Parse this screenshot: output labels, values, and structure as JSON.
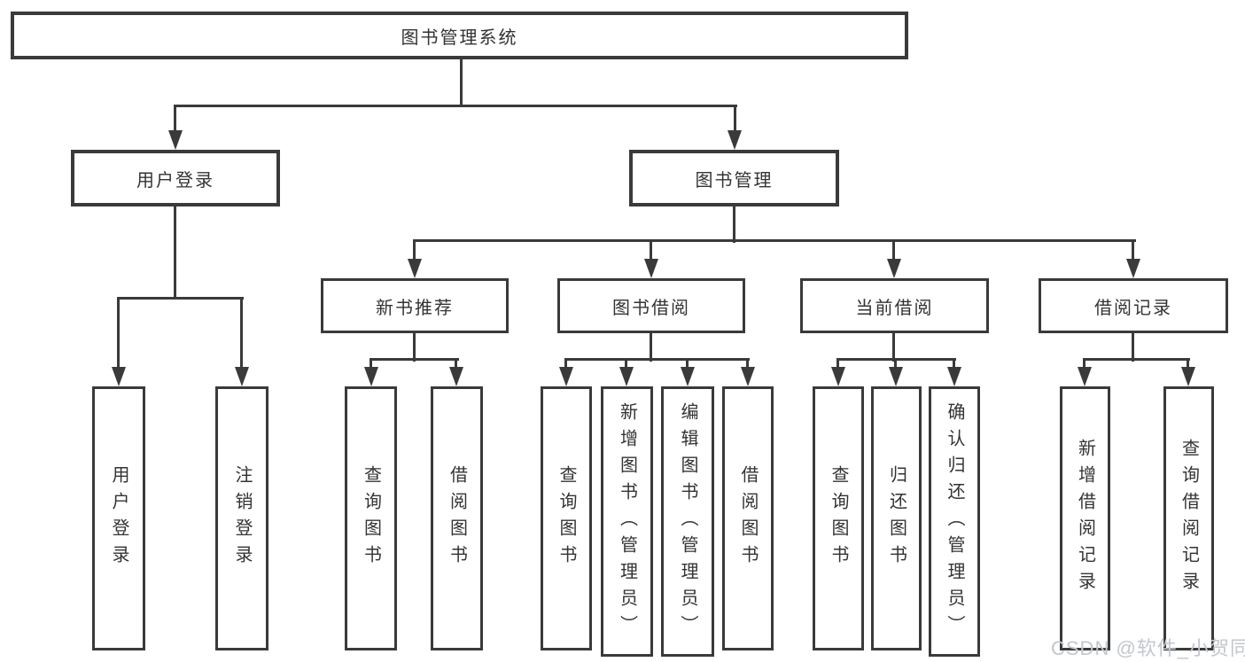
{
  "diagram": {
    "type": "tree",
    "root": {
      "label": "图书管理系统"
    },
    "branches": [
      {
        "label": "用户登录",
        "children": [
          {
            "label": "用户登录"
          },
          {
            "label": "注销登录"
          }
        ]
      },
      {
        "label": "图书管理",
        "children": [
          {
            "label": "新书推荐",
            "children": [
              {
                "label": "查询图书"
              },
              {
                "label": "借阅图书"
              }
            ]
          },
          {
            "label": "图书借阅",
            "children": [
              {
                "label": "查询图书"
              },
              {
                "label": "新增图书（管理员）"
              },
              {
                "label": "编辑图书（管理员）"
              },
              {
                "label": "借阅图书"
              }
            ]
          },
          {
            "label": "当前借阅",
            "children": [
              {
                "label": "查询图书"
              },
              {
                "label": "归还图书"
              },
              {
                "label": "确认归还（管理员）"
              }
            ]
          },
          {
            "label": "借阅记录",
            "children": [
              {
                "label": "新增借阅记录"
              },
              {
                "label": "查询借阅记录"
              }
            ]
          }
        ]
      }
    ],
    "watermark": "CSDN @软件_小贺同学",
    "colors": {
      "line": "#3a3a3a",
      "text": "#333333",
      "watermark": "#c3c7cd",
      "background": "#ffffff"
    }
  }
}
